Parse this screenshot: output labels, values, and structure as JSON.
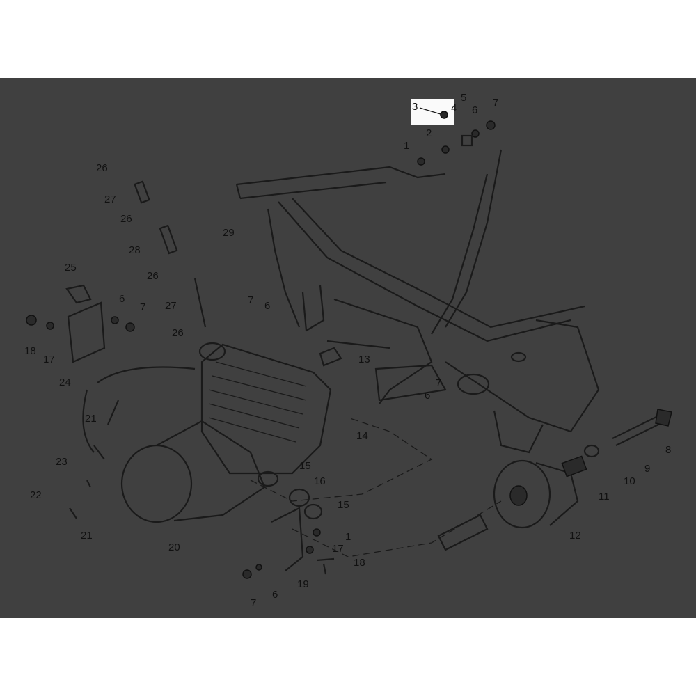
{
  "diagram": {
    "title": "Engine and frame exploded parts diagram",
    "background_color": "#404040",
    "line_color": "#1a1a1a",
    "callouts": [
      "3",
      "4",
      "5",
      "6",
      "7",
      "2",
      "1",
      "26",
      "27",
      "26",
      "28",
      "29",
      "25",
      "26",
      "7",
      "6",
      "6",
      "7",
      "27",
      "26",
      "18",
      "17",
      "24",
      "13",
      "7",
      "6",
      "21",
      "14",
      "8",
      "9",
      "10",
      "11",
      "23",
      "15",
      "16",
      "22",
      "15",
      "21",
      "20",
      "12",
      "1",
      "17",
      "18",
      "19",
      "6",
      "7"
    ]
  }
}
